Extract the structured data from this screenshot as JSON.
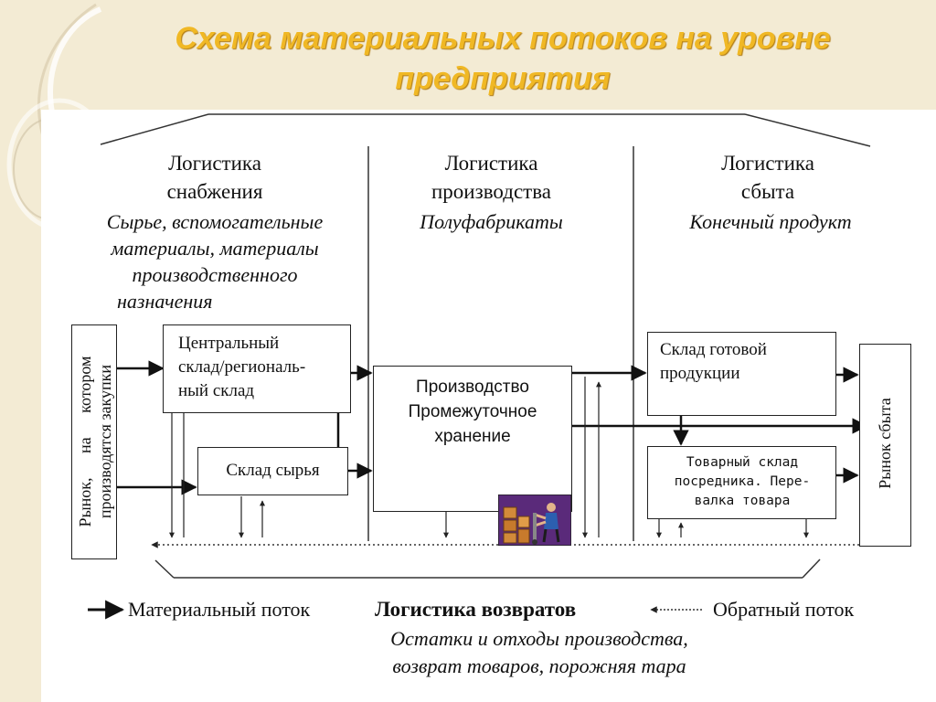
{
  "title": {
    "line1": "Схема материальных потоков на уровне",
    "line2": "предприятия"
  },
  "columns": {
    "supply": {
      "header1": "Логистика",
      "header2": "снабжения",
      "items": [
        "Сырье, вспомогательные",
        "материалы, материалы",
        "производственного",
        "назначения"
      ]
    },
    "production": {
      "header1": "Логистика",
      "header2": "производства",
      "items": [
        "Полуфабрикаты"
      ]
    },
    "sales": {
      "header1": "Логистика",
      "header2": "сбыта",
      "items": [
        "Конечный продукт"
      ]
    }
  },
  "boxes": {
    "purchase_market": [
      "Рынок, на котором",
      "производятся закупки"
    ],
    "central_warehouse": [
      "Центральный",
      "склад/региональ-",
      "ный склад"
    ],
    "raw_warehouse": "Склад сырья",
    "production": [
      "Производство",
      "Промежуточное",
      "хранение"
    ],
    "finished_warehouse": [
      "Склад готовой",
      "продукции"
    ],
    "intermediary_warehouse": [
      "Товарный склад",
      "посредника. Пере-",
      "валка товара"
    ],
    "sales_market": "Рынок сбыта"
  },
  "legend": {
    "material_flow": "Материальный поток",
    "returns_title": "Логистика возвратов",
    "reverse_flow": "Обратный поток",
    "returns_items": [
      "Остатки и отходы производства,",
      "возврат товаров, порожняя тара"
    ]
  },
  "icons": {
    "worker": "warehouse-worker-icon"
  }
}
